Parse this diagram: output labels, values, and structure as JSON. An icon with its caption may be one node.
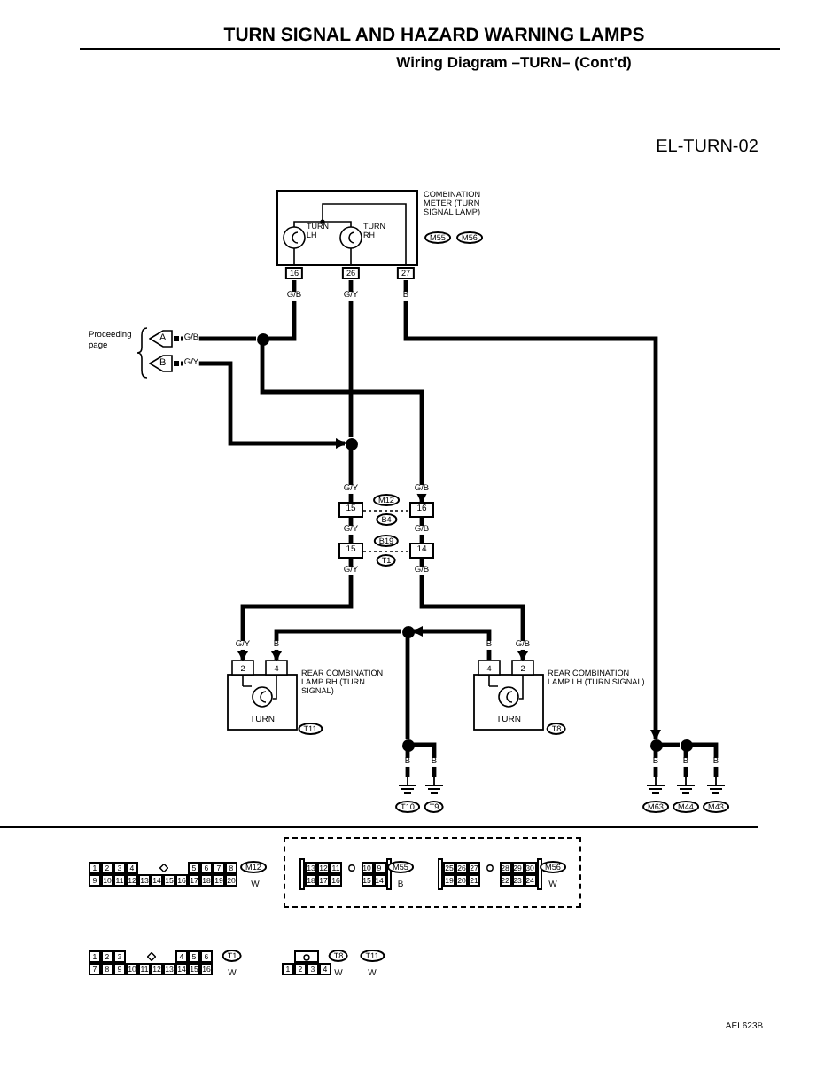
{
  "diagram": {
    "title": "TURN SIGNAL AND HAZARD WARNING LAMPS",
    "nodes": [
      {
        "text": [
          "COMBINATION METER (TURN SIGNAL LAMP)"
        ],
        "beside": [
          "M55",
          "M56"
        ]
      },
      {
        "text": [
          "A"
        ]
      },
      {
        "text": [
          "B"
        ]
      },
      {
        "text": [],
        "shape": "circle"
      },
      {
        "text": [],
        "shape": "circle"
      },
      {
        "text": [
          "15"
        ]
      },
      {
        "text": [
          "16"
        ]
      },
      {
        "text": [
          "15"
        ]
      },
      {
        "text": [
          "14"
        ]
      },
      {
        "text": [
          "TURN"
        ],
        "beside": [
          "REAR COMBINATION LAMP RH (TURN SIGNAL)",
          "T11"
        ]
      },
      {
        "text": [
          "TURN"
        ],
        "beside": [
          "REAR COMBINATION LAMP LH (TURN SIGNAL)",
          "T8"
        ]
      },
      {
        "text": [],
        "shape": "circle"
      },
      {
        "text": [],
        "shape": "circle"
      },
      {
        "text": [],
        "shape": "ground",
        "beside": [
          "T10"
        ]
      },
      {
        "text": [],
        "shape": "ground",
        "beside": [
          "T9"
        ]
      },
      {
        "text": [],
        "shape": "circle"
      },
      {
        "text": [],
        "shape": "circle"
      },
      {
        "text": [],
        "shape": "ground",
        "beside": [
          "M63"
        ]
      },
      {
        "text": [],
        "shape": "ground",
        "beside": [
          "M44"
        ]
      },
      {
        "text": [],
        "shape": "ground",
        "beside": [
          "M43"
        ]
      }
    ],
    "edges": [
      {
        "from": 0,
        "to": 3,
        "arrow": "none",
        "label": "G/B"
      },
      {
        "from": 1,
        "to": 3,
        "arrow": "none",
        "label": "G/B"
      },
      {
        "from": 2,
        "to": 4,
        "arrow": "to",
        "label": "G/Y"
      },
      {
        "from": 0,
        "to": 4,
        "arrow": "none",
        "label": "G/Y"
      },
      {
        "from": 0,
        "to": 15,
        "arrow": "to",
        "label": "B"
      },
      {
        "from": 3,
        "to": 6,
        "arrow": "to",
        "label": "G/B"
      },
      {
        "from": 4,
        "to": 5,
        "arrow": "none",
        "label": "G/Y"
      },
      {
        "from": 5,
        "to": 7,
        "arrow": "none",
        "label": "G/Y"
      },
      {
        "from": 6,
        "to": 8,
        "arrow": "none",
        "label": "G/B"
      },
      {
        "from": 7,
        "to": 9,
        "arrow": "to",
        "label": "G/Y"
      },
      {
        "from": 8,
        "to": 10,
        "arrow": "to",
        "label": "G/B"
      },
      {
        "from": 11,
        "to": 9,
        "arrow": "to",
        "label": "B"
      },
      {
        "from": 10,
        "to": 11,
        "arrow": "to",
        "label": "B"
      },
      {
        "from": 11,
        "to": 12,
        "arrow": "none"
      },
      {
        "from": 12,
        "to": 13,
        "arrow": "none",
        "label": "B"
      },
      {
        "from": 12,
        "to": 14,
        "arrow": "none",
        "label": "B"
      },
      {
        "from": 15,
        "to": 17,
        "arrow": "none",
        "label": "B"
      },
      {
        "from": 15,
        "to": 16,
        "arrow": "none"
      },
      {
        "from": 16,
        "to": 18,
        "arrow": "none",
        "label": "B"
      },
      {
        "from": 16,
        "to": 19,
        "arrow": "none",
        "label": "B"
      }
    ],
    "labels": [
      "Wiring Diagram –TURN– (Cont'd)",
      "EL-TURN-02",
      "TURN LH",
      "TURN RH",
      "16",
      "26",
      "27",
      "Proceeding page",
      "M12",
      "B4",
      "B19",
      "T1",
      "G/Y",
      "2",
      "4",
      "4",
      "G/B",
      "2",
      "1",
      "2",
      "3",
      "4",
      "5",
      "6",
      "7",
      "8",
      "9",
      "10",
      "11",
      "12",
      "13",
      "14",
      "15",
      "16",
      "17",
      "18",
      "19",
      "20",
      "M12",
      "W",
      "13",
      "12",
      "11",
      "10",
      "9",
      "18",
      "17",
      "16",
      "15",
      "14",
      "M55",
      "B",
      "25",
      "26",
      "27",
      "28",
      "29",
      "30",
      "19",
      "20",
      "21",
      "22",
      "23",
      "24",
      "M56",
      "W",
      "1",
      "2",
      "3",
      "4",
      "5",
      "6",
      "7",
      "8",
      "9",
      "10",
      "11",
      "12",
      "13",
      "14",
      "15",
      "16",
      "T1",
      "W",
      "1",
      "2",
      "3",
      "4",
      "T8",
      "W",
      "T11",
      "W",
      "AEL623B"
    ]
  }
}
